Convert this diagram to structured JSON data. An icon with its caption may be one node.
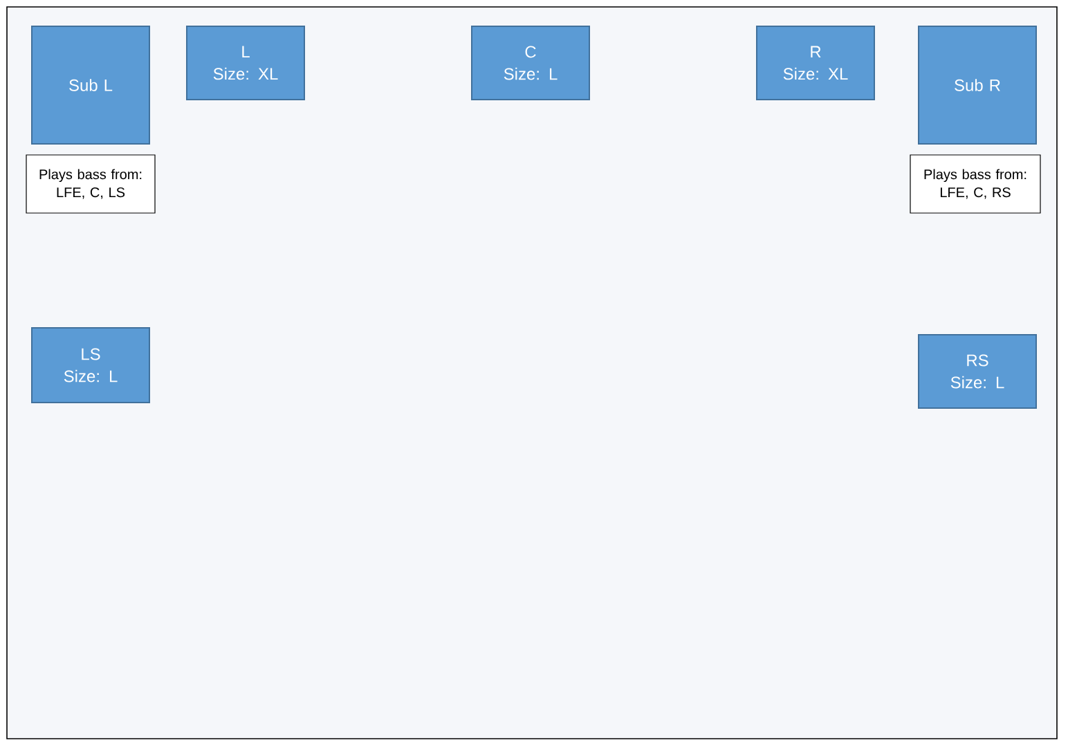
{
  "diagram": {
    "nodes": [
      {
        "text": [
          "Sub L"
        ]
      },
      {
        "text": [
          "L",
          "Size: XL"
        ]
      },
      {
        "text": [
          "C",
          "Size: L"
        ]
      },
      {
        "text": [
          "R",
          "Size: XL"
        ]
      },
      {
        "text": [
          "Sub R"
        ]
      },
      {
        "text": [
          "Plays bass from: LFE, C, LS"
        ]
      },
      {
        "text": [
          "Plays bass from: LFE, C, RS"
        ]
      },
      {
        "text": [
          "LS",
          "Size: L"
        ]
      },
      {
        "text": [
          "RS",
          "Size: L"
        ]
      }
    ]
  }
}
